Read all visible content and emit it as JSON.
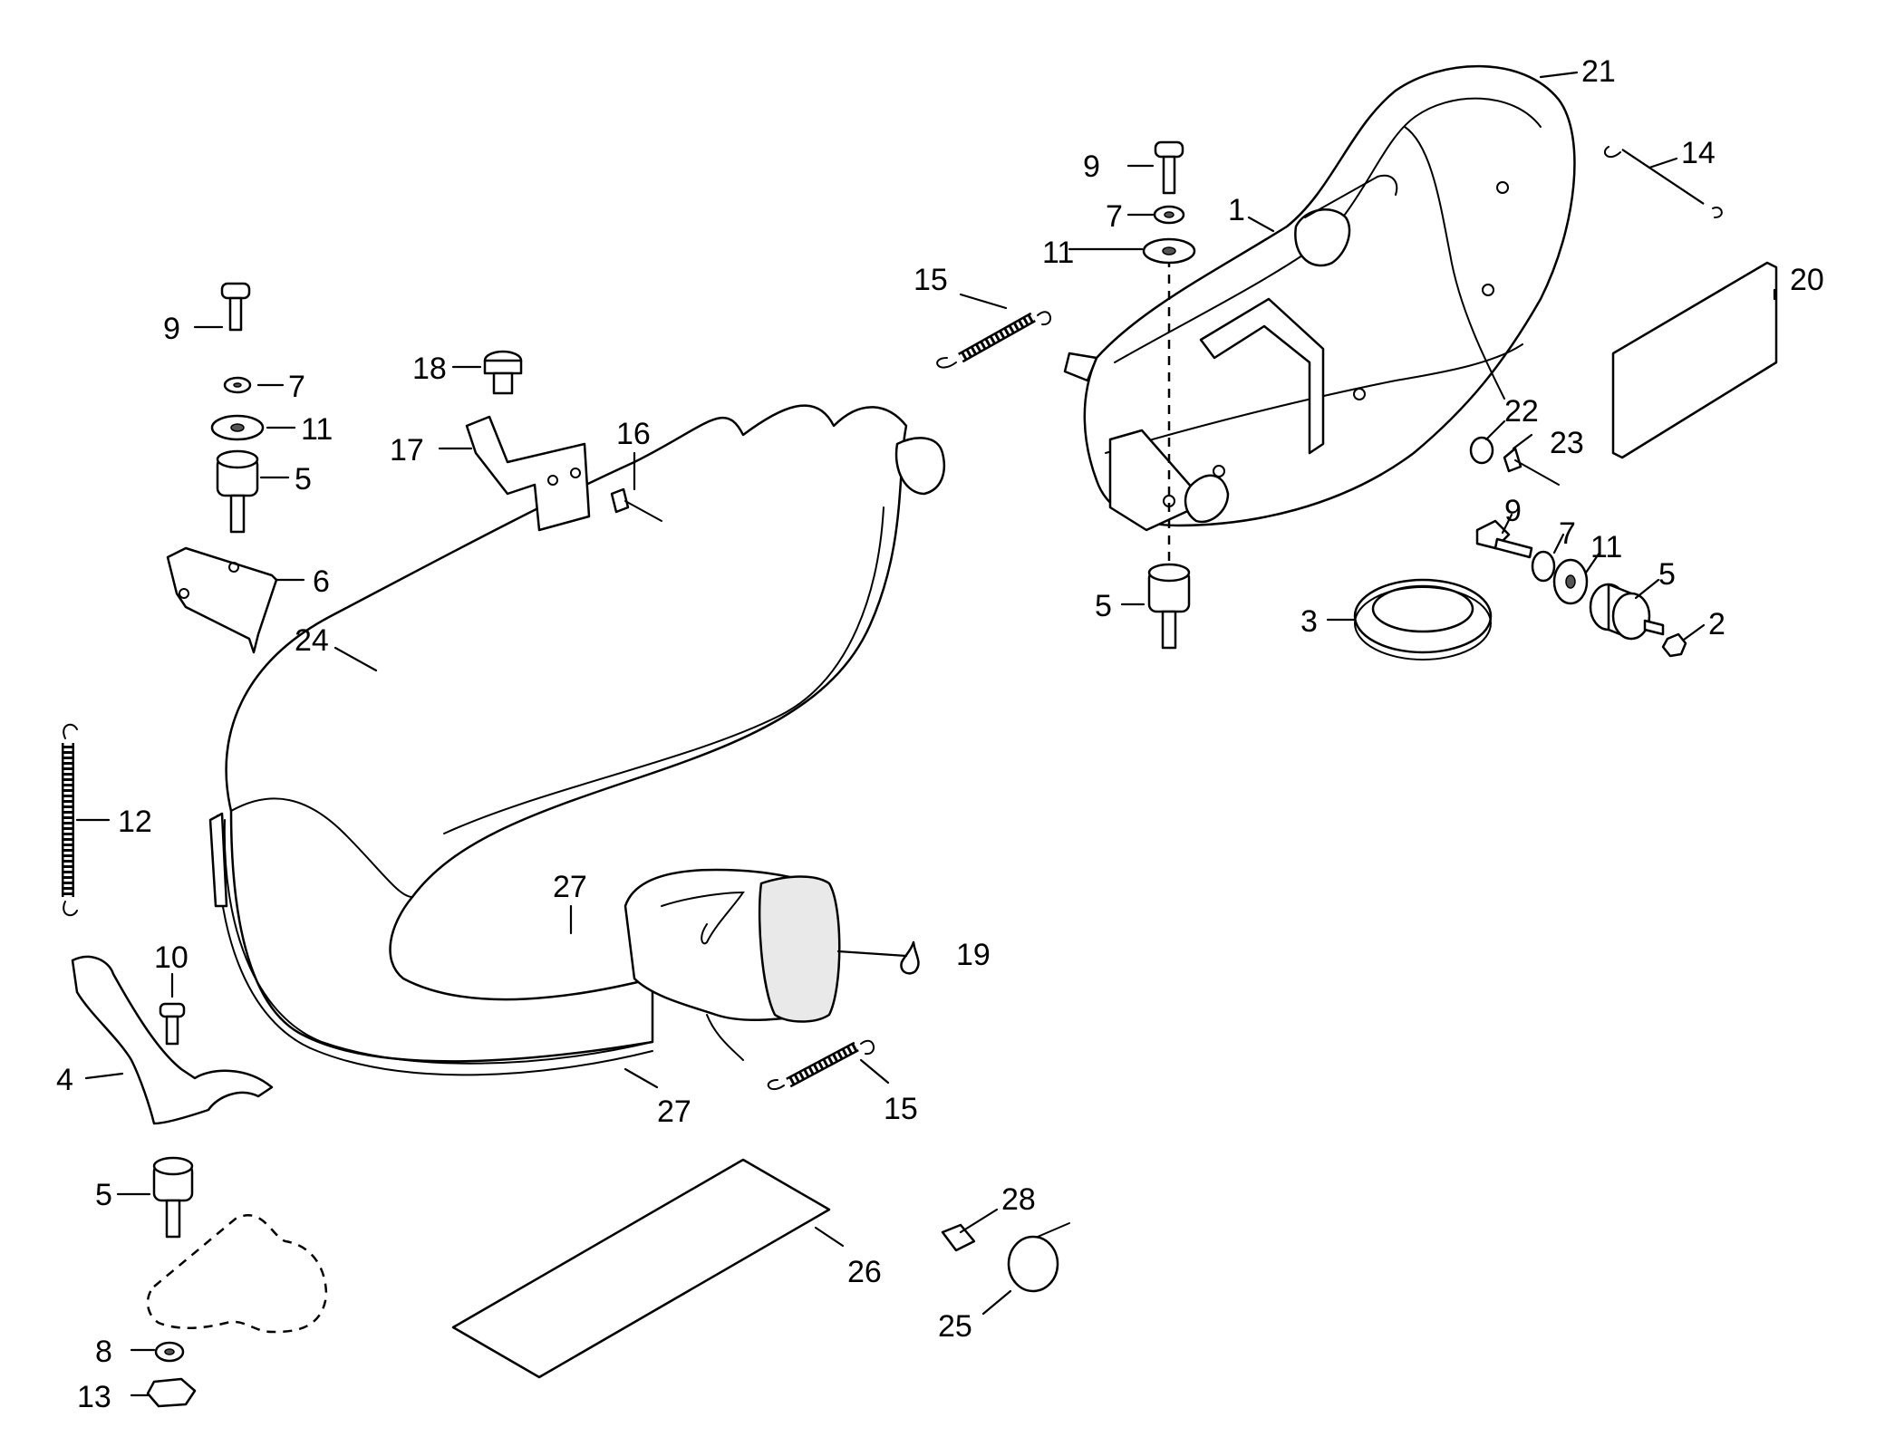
{
  "colors": {
    "background": "#ffffff",
    "line": "#000000",
    "shade": "#e9e9e9"
  },
  "callouts": {
    "c1": "1",
    "c2": "2",
    "c3": "3",
    "c4": "4",
    "c5a": "5",
    "c5b": "5",
    "c5c": "5",
    "c5d": "5",
    "c6": "6",
    "c7a": "7",
    "c7b": "7",
    "c7c": "7",
    "c8": "8",
    "c9a": "9",
    "c9b": "9",
    "c9c": "9",
    "c10": "10",
    "c11a": "11",
    "c11b": "11",
    "c11c": "11",
    "c12": "12",
    "c13": "13",
    "c14": "14",
    "c15a": "15",
    "c15b": "15",
    "c16": "16",
    "c17": "17",
    "c18": "18",
    "c19": "19",
    "c20": "20",
    "c21": "21",
    "c22": "22",
    "c23": "23",
    "c24": "24",
    "c25": "25",
    "c26": "26",
    "c27a": "27",
    "c27b": "27",
    "c28": "28"
  }
}
